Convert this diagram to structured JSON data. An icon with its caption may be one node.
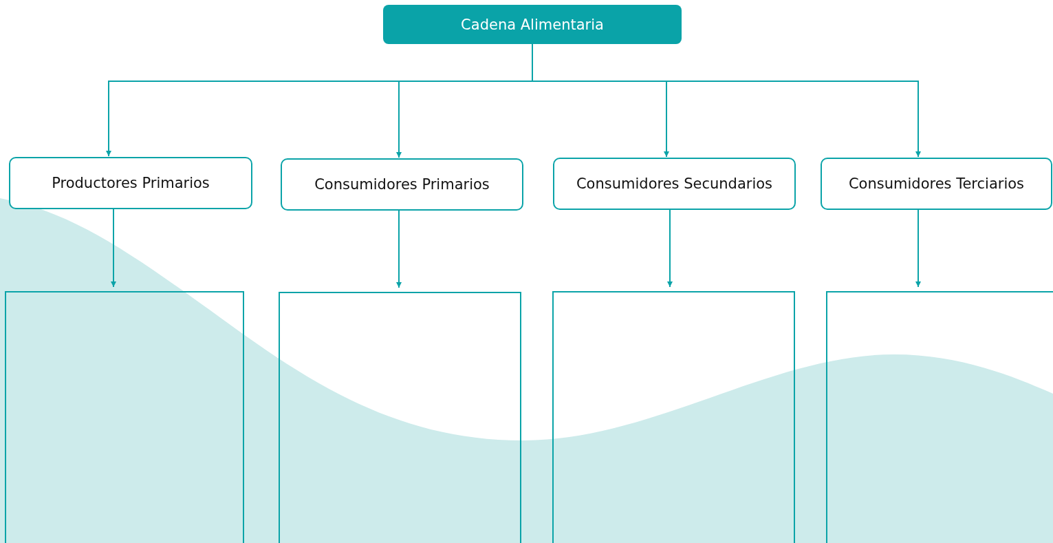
{
  "diagram": {
    "nodes": [
      {
        "text": [
          "Cadena Alimentaria"
        ]
      },
      {
        "text": [
          "Productores Primarios"
        ]
      },
      {
        "text": [
          "Consumidores Primarios"
        ]
      },
      {
        "text": [
          "Consumidores Secundarios"
        ]
      },
      {
        "text": [
          "Consumidores Terciarios"
        ]
      },
      {
        "text": [],
        "shape": "box"
      },
      {
        "text": [],
        "shape": "box"
      },
      {
        "text": [],
        "shape": "box"
      },
      {
        "text": [],
        "shape": "box"
      }
    ],
    "edges": [
      {
        "from": 0,
        "to": 1,
        "arrow": "to"
      },
      {
        "from": 0,
        "to": 2,
        "arrow": "to"
      },
      {
        "from": 0,
        "to": 3,
        "arrow": "to"
      },
      {
        "from": 0,
        "to": 4,
        "arrow": "to"
      },
      {
        "from": 1,
        "to": 5,
        "arrow": "to"
      },
      {
        "from": 2,
        "to": 6,
        "arrow": "to"
      },
      {
        "from": 3,
        "to": 7,
        "arrow": "to"
      },
      {
        "from": 4,
        "to": 8,
        "arrow": "to"
      }
    ]
  }
}
